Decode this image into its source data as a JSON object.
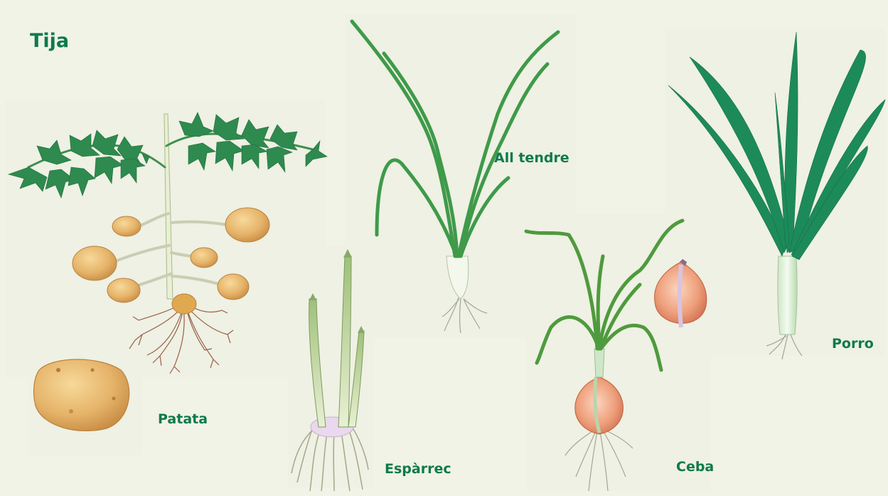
{
  "title": "Tija",
  "plants": {
    "patata": "Patata",
    "esparrec": "Espàrrec",
    "all_tendre": "All tendre",
    "ceba": "Ceba",
    "porro": "Porro"
  },
  "colors": {
    "background": "#f1f3e6",
    "label": "#0e7a4c",
    "leaf_dark": "#2e8a4e",
    "tuber": "#e3b36a",
    "onion": "#e89a7a",
    "root": "#9a6048"
  }
}
